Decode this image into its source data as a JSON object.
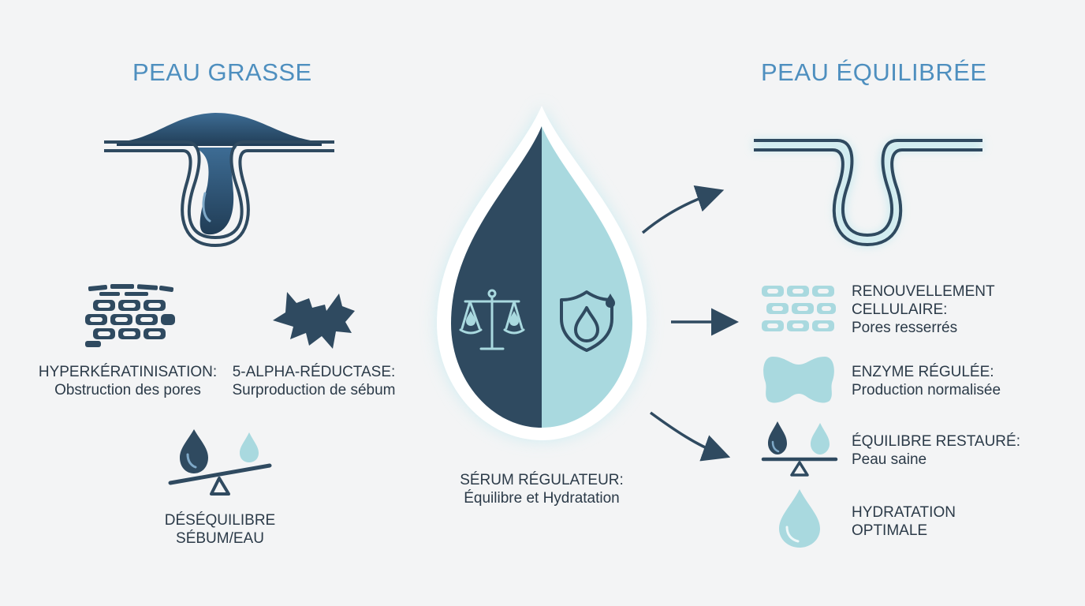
{
  "left": {
    "title": "PEAU GRASSE",
    "items": [
      {
        "icon": "skin-cells-icon",
        "line1": "HYPERKÉRATINISATION:",
        "line2": "Obstruction des pores"
      },
      {
        "icon": "enzyme-burst-icon",
        "line1": "5-ALPHA-RÉDUCTASE:",
        "line2": "Surproduction de sébum"
      },
      {
        "icon": "imbalance-scale-icon",
        "line1": "DÉSÉQUILIBRE",
        "line2": "SÉBUM/EAU"
      }
    ]
  },
  "center": {
    "line1": "SÉRUM RÉGULATEUR:",
    "line2": "Équilibre et Hydratation"
  },
  "right": {
    "title": "PEAU ÉQUILIBRÉE",
    "items": [
      {
        "icon": "renewed-cells-icon",
        "line1": "RENOUVELLEMENT",
        "line2": "CELLULAIRE:",
        "line3": "Pores resserrés"
      },
      {
        "icon": "regulated-enzyme-icon",
        "line1": "ENZYME RÉGULÉE:",
        "line2": "Production normalisée"
      },
      {
        "icon": "balanced-scale-icon",
        "line1": "ÉQUILIBRE RESTAURÉ:",
        "line2": "Peau saine"
      },
      {
        "icon": "water-drop-icon",
        "line1": "HYDRATATION",
        "line2": "OPTIMALE"
      }
    ]
  },
  "colors": {
    "dark": "#2f4a60",
    "light": "#a9d9df",
    "title": "#4e8fbf",
    "background": "#f3f4f5"
  }
}
